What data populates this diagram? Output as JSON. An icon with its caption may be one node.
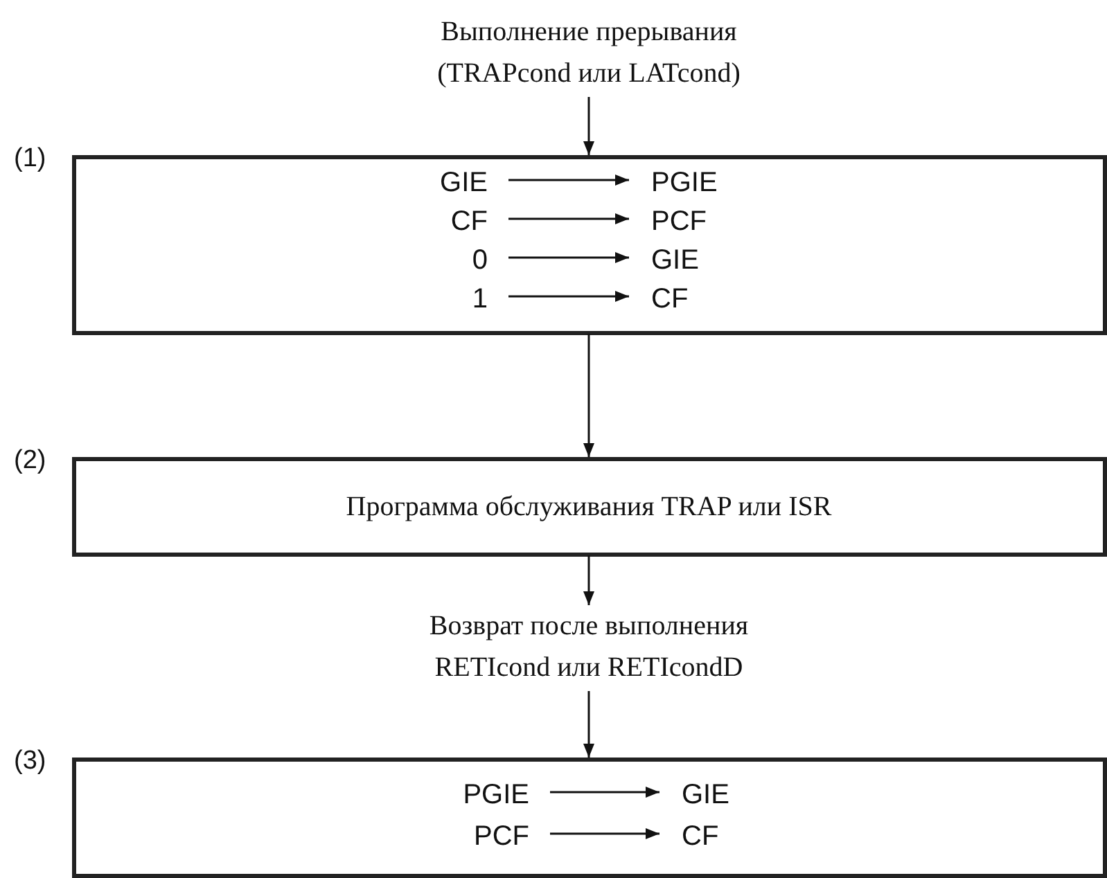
{
  "diagram": {
    "nodes": [
      {
        "text": [
          "Выполнение прерывания (TRAPcond или LATcond)"
        ]
      },
      {
        "text": [],
        "shape": "box",
        "beside": [
          "(1)"
        ]
      },
      {
        "text": [
          "GIE"
        ],
        "in": 1
      },
      {
        "text": [
          "PGIE"
        ],
        "in": 1
      },
      {
        "text": [
          "CF"
        ],
        "in": 1
      },
      {
        "text": [
          "PCF"
        ],
        "in": 1
      },
      {
        "text": [
          "0"
        ],
        "in": 1
      },
      {
        "text": [
          "GIE"
        ],
        "in": 1
      },
      {
        "text": [
          "1"
        ],
        "in": 1
      },
      {
        "text": [
          "CF"
        ],
        "in": 1
      },
      {
        "text": [
          "Программа обслуживания TRAP или ISR"
        ],
        "beside": [
          "(2)"
        ]
      },
      {
        "text": [
          "Возврат после выполнения RETIcond или RETIcondD"
        ]
      },
      {
        "text": [],
        "shape": "box",
        "beside": [
          "(3)"
        ]
      },
      {
        "text": [
          "PGIE"
        ],
        "in": 12
      },
      {
        "text": [
          "GIE"
        ],
        "in": 12
      },
      {
        "text": [
          "PCF"
        ],
        "in": 12
      },
      {
        "text": [
          "CF"
        ],
        "in": 12
      }
    ],
    "edges": [
      {
        "from": 0,
        "to": 1,
        "arrow": "to"
      },
      {
        "from": 2,
        "to": 3,
        "arrow": "to"
      },
      {
        "from": 4,
        "to": 5,
        "arrow": "to"
      },
      {
        "from": 6,
        "to": 7,
        "arrow": "to"
      },
      {
        "from": 8,
        "to": 9,
        "arrow": "to"
      },
      {
        "from": 1,
        "to": 10,
        "arrow": "to"
      },
      {
        "from": 10,
        "to": 11,
        "arrow": "to"
      },
      {
        "from": 11,
        "to": 12,
        "arrow": "to"
      },
      {
        "from": 13,
        "to": 14,
        "arrow": "to"
      },
      {
        "from": 15,
        "to": 16,
        "arrow": "to"
      }
    ]
  }
}
